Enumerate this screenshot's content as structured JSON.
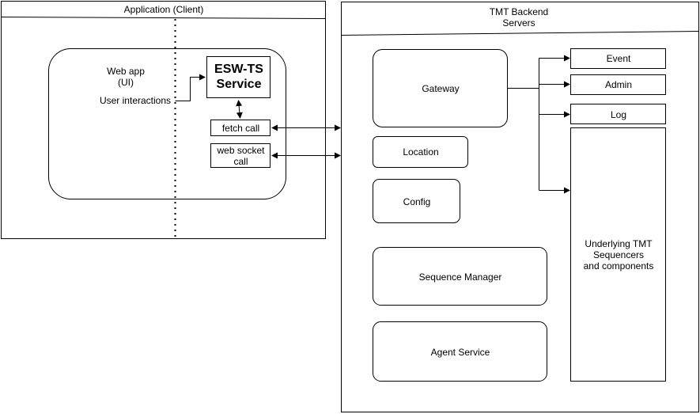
{
  "client": {
    "title": "Application (Client)",
    "webapp": [
      "Web app",
      "(UI)"
    ],
    "user_interactions": "User interactions",
    "esw_ts_service": [
      "ESW-TS",
      "Service"
    ],
    "fetch_call": "fetch call",
    "web_socket_call": [
      "web socket",
      "call"
    ]
  },
  "backend": {
    "title": [
      "TMT Backend",
      "Servers"
    ],
    "gateway": "Gateway",
    "location": "Location",
    "config": "Config",
    "sequence_manager": "Sequence Manager",
    "agent_service": "Agent Service",
    "event": "Event",
    "admin": "Admin",
    "log": "Log",
    "underlying": [
      "Underlying TMT",
      "Sequencers",
      "and components"
    ]
  }
}
